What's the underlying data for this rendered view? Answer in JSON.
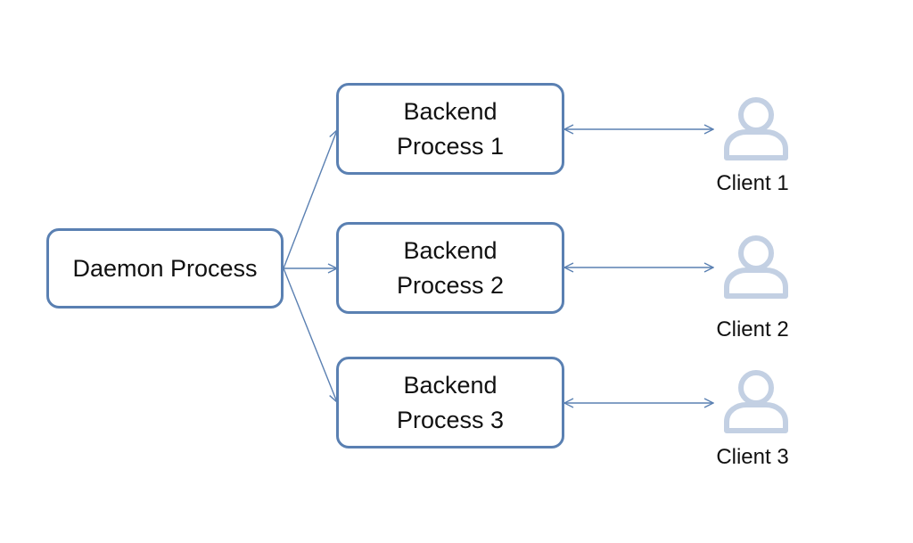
{
  "daemon": {
    "label": "Daemon Process"
  },
  "backends": [
    {
      "line1": "Backend",
      "line2": "Process 1"
    },
    {
      "line1": "Backend",
      "line2": "Process 2"
    },
    {
      "line1": "Backend",
      "line2": "Process 3"
    }
  ],
  "clients": [
    {
      "label": "Client 1",
      "icon": "user-icon"
    },
    {
      "label": "Client 2",
      "icon": "user-icon"
    },
    {
      "label": "Client 3",
      "icon": "user-icon"
    }
  ],
  "colors": {
    "box_border": "#5a80b2",
    "arrow": "#5a80b2",
    "user_icon": "#c3d0e3"
  }
}
